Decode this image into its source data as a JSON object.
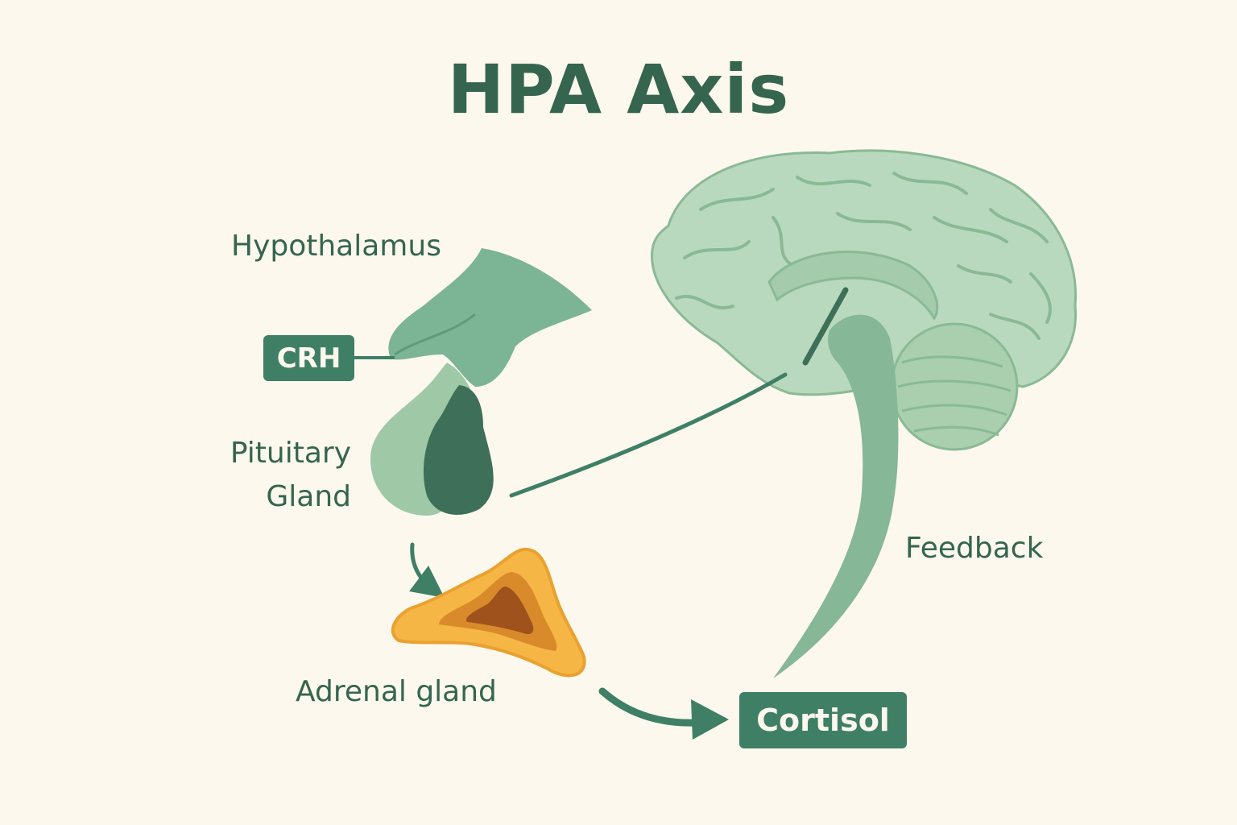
{
  "diagram": {
    "title": "HPA Axis",
    "labels": {
      "hypothalamus": "Hypothalamus",
      "pituitary_line1": "Pituitary",
      "pituitary_line2": "Gland",
      "adrenal": "Adrenal gland",
      "feedback": "Feedback"
    },
    "tags": {
      "crh": "CRH",
      "cortisol": "Cortisol"
    },
    "colors": {
      "background": "#fcf8ee",
      "text": "#35654f",
      "tag_fill": "#3f7f66",
      "brain_fill": "#b9d9be",
      "brain_lines": "#8ab995",
      "hypothalamus_fill": "#7cb496",
      "pituitary_fill": "#3e6f58",
      "adrenal_outer": "#f5b646",
      "adrenal_inner": "#a0521c"
    }
  }
}
